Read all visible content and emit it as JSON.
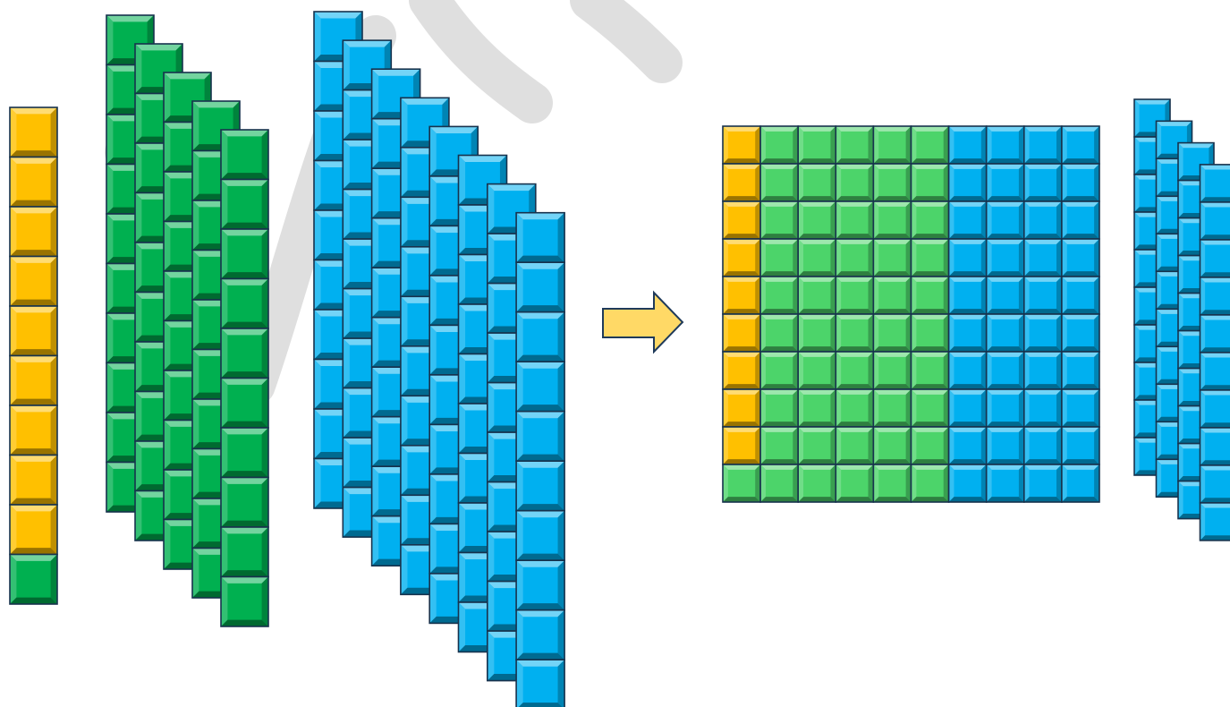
{
  "colors": {
    "gold": "#ffc000",
    "green": "#00b050",
    "light_green": "#4cd46a",
    "blue": "#00b0f0",
    "border": "#17324d",
    "arrow_fill": "#ffd966",
    "arrow_stroke": "#1f3a5a",
    "watermark": "#d9d9d9"
  },
  "input": {
    "gold_column": {
      "gold_cells": 9,
      "green_cells": 1
    },
    "green_stack": {
      "columns": 5,
      "cells_per_column": 10
    },
    "blue_stack": {
      "columns": 8,
      "cells_per_column": 10
    }
  },
  "arrow": {
    "icon": "right-arrow-icon",
    "direction": "right"
  },
  "output": {
    "grid": {
      "rows": 10,
      "columns": 10,
      "gold_columns": 1,
      "green_columns": 5,
      "blue_columns": 4,
      "gold_rows": 9
    },
    "blue_stack_partial": {
      "columns": 4,
      "cells_per_column": 10
    }
  }
}
